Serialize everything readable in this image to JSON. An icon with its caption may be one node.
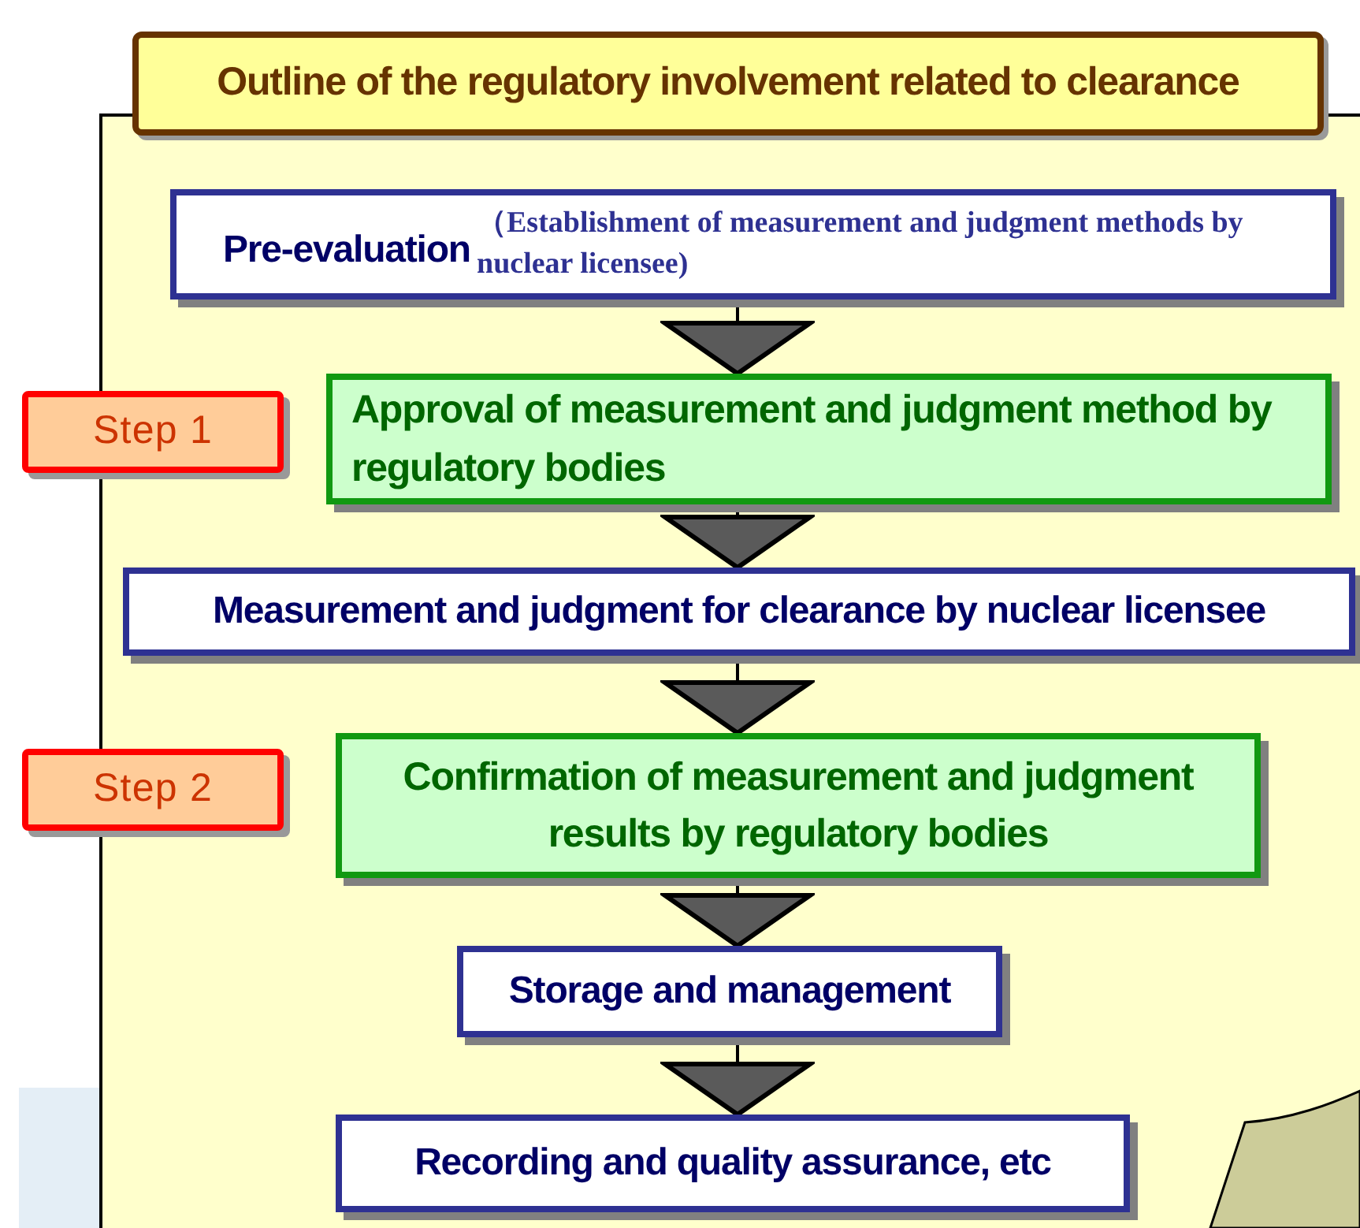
{
  "diagram": {
    "nodes": [
      {
        "text": [
          "Outline of the regulatory involvement related to clearance"
        ]
      },
      {
        "text": [
          "Pre-evaluation",
          "（Establishment of measurement and judgment methods by nuclear licensee)"
        ]
      },
      {
        "text": [
          "Step 1"
        ]
      },
      {
        "text": [
          "Approval of measurement and judgment method by regulatory bodies"
        ]
      },
      {
        "text": [
          "Measurement and judgment for clearance by nuclear licensee"
        ]
      },
      {
        "text": [
          "Step 2"
        ]
      },
      {
        "text": [
          "Confirmation of measurement and judgment results by regulatory bodies"
        ]
      },
      {
        "text": [
          "Storage and management"
        ]
      },
      {
        "text": [
          "Recording and quality assurance, etc"
        ]
      }
    ],
    "edges": [
      {
        "from": 1,
        "to": 3,
        "arrow": "to"
      },
      {
        "from": 3,
        "to": 4,
        "arrow": "to"
      },
      {
        "from": 4,
        "to": 6,
        "arrow": "to"
      },
      {
        "from": 6,
        "to": 7,
        "arrow": "to"
      },
      {
        "from": 7,
        "to": 8,
        "arrow": "to"
      }
    ]
  }
}
